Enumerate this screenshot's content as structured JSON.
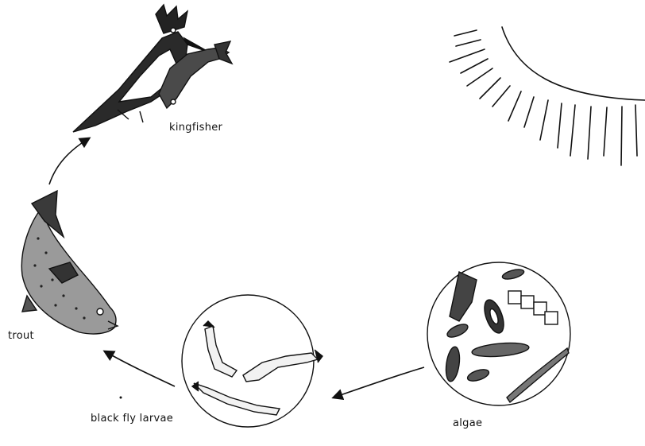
{
  "organisms": {
    "kingfisher": "kingfisher",
    "trout": "trout",
    "larvae": "black fly larvae",
    "algae": "algae"
  },
  "colors": {
    "ink": "#111111",
    "background": "#ffffff"
  },
  "icons": [
    "sun-icon",
    "kingfisher-icon",
    "trout-icon",
    "black-fly-larvae-icon",
    "algae-icon"
  ]
}
